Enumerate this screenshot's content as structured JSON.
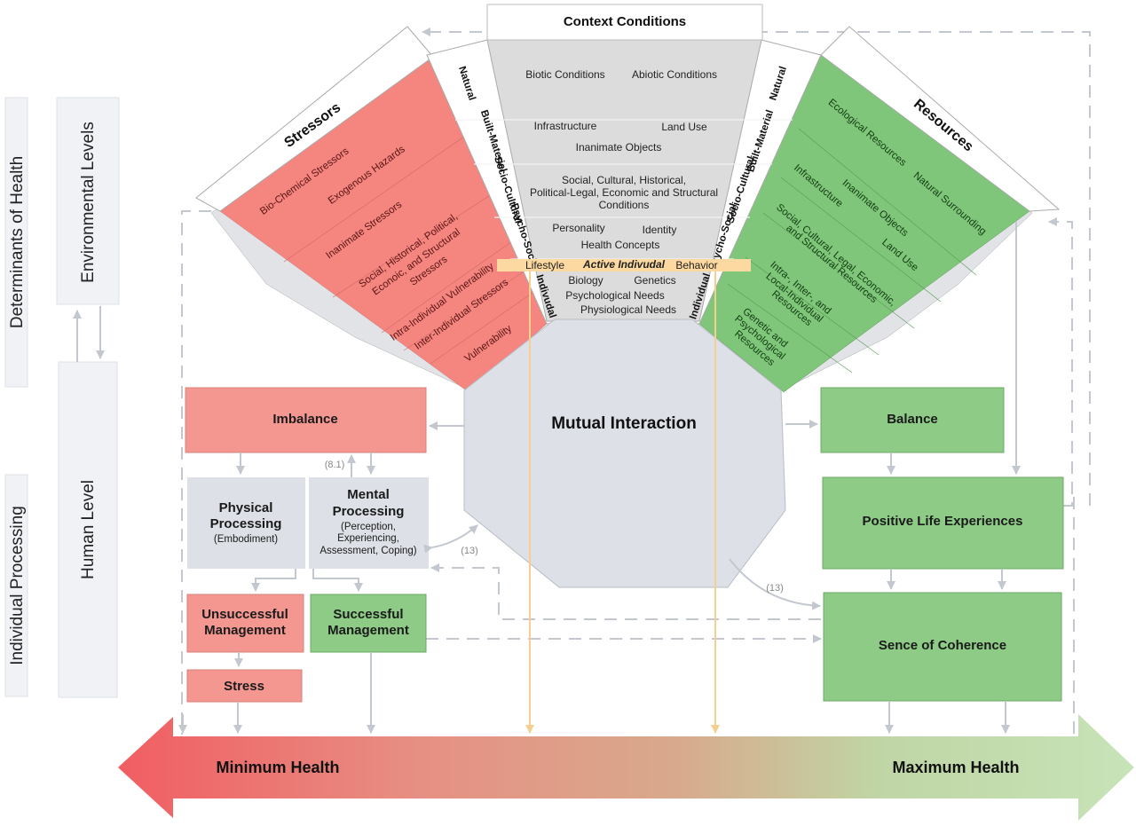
{
  "colors": {
    "stressor_red": "#f4857f",
    "box_red": "#f49791",
    "resource_green": "#7fc67a",
    "box_green": "#8dcb86",
    "neutral_grey": "#dde0e6",
    "context_grey": "#dcdcdc",
    "active_band": "#fbd9a0",
    "connector": "#c3c8d0"
  },
  "left_labels": {
    "determinants": "Determinants of Health",
    "individual_processing": "Individual Processing",
    "environmental_levels": "Environmental Levels",
    "human_level": "Human Level"
  },
  "context": {
    "title": "Context Conditions",
    "rows": [
      {
        "level": "Natural",
        "items": [
          "Biotic Conditions",
          "Abiotic Conditions"
        ]
      },
      {
        "level": "Built-Materiel",
        "items": [
          "Infrastructure",
          "Land Use",
          "Inanimate Objects"
        ]
      },
      {
        "level": "Socio-Cultural",
        "items": [
          "Social, Cultural, Historical,",
          "Political-Legal, Economic and Structural",
          "Conditions"
        ]
      },
      {
        "level": "Psycho-Social",
        "items": [
          "Personality",
          "Identity",
          "Health Concepts"
        ]
      },
      {
        "level": "Indivudal",
        "items": [
          "Biology",
          "Genetics",
          "Psychological Needs",
          "Physiological Needs"
        ]
      }
    ],
    "active_band": {
      "left": "Lifestyle",
      "center": "Active Indivudal",
      "right": "Behavior"
    }
  },
  "right_levels": [
    "Natural",
    "Built-Material",
    "Socio-Cultural",
    "Psycho-Social",
    "Individual"
  ],
  "stressors": {
    "title": "Stressors",
    "items": [
      "Bio-Chemical Stressors",
      "Exogenous Hazards",
      "Inanimate Stressors",
      "Social, Historical, Political,",
      "Econoic, and Structural",
      "Stressors",
      "Intra-Individual Vulnerability",
      "Inter-Individual Stressors",
      "Vulnerability"
    ]
  },
  "resources": {
    "title": "Resources",
    "items": [
      "Ecological Resources",
      "Natural Surrounding",
      "Infrastructure",
      "Inanimate Objects",
      "Land Use",
      "Social, Cultural, Legal, Economic,",
      "and Structural Resources",
      "Intra-, Inter-, and",
      "Local-Individual",
      "Resources",
      "Genetic and",
      "Psychological",
      "Resources"
    ]
  },
  "center": {
    "title": "Mutual Interaction"
  },
  "boxes": {
    "imbalance": "Imbalance",
    "physical_title_1": "Physical",
    "physical_title_2": "Processing",
    "physical_sub": "(Embodiment)",
    "mental_title_1": "Mental",
    "mental_title_2": "Processing",
    "mental_sub_1": "(Perception,",
    "mental_sub_2": "Experiencing,",
    "mental_sub_3": "Assessment, Coping)",
    "unsuccessful_1": "Unsuccessful",
    "unsuccessful_2": "Management",
    "successful_1": "Successful",
    "successful_2": "Management",
    "stress": "Stress",
    "balance": "Balance",
    "positive": "Positive Life Experiences",
    "coherence": "Sence of Coherence"
  },
  "annotations": {
    "ref_81": "(8.1)",
    "ref_13_left": "(13)",
    "ref_13_right": "(13)"
  },
  "health_axis": {
    "min_label": "Minimum Health",
    "max_label": "Maximum Health"
  }
}
